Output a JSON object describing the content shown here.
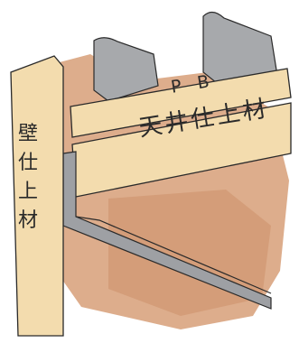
{
  "labels": {
    "pb": "P B",
    "ceiling_finish": "天井仕上材",
    "wall_finish_chars": [
      "壁",
      "仕",
      "上",
      "材"
    ]
  },
  "colors": {
    "board": "#f3dcae",
    "wall_brown": "#d79f78",
    "metal_grey": "#a7a9ac",
    "ink": "#2a2a2a"
  }
}
